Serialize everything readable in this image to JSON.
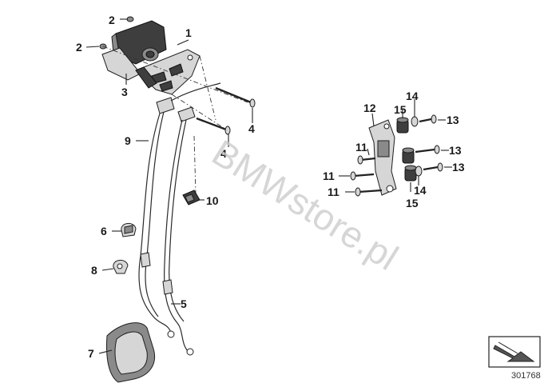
{
  "diagram": {
    "watermark": "BMWstore.pl",
    "reference_number": "301768",
    "callouts": {
      "c1": "1",
      "c2a": "2",
      "c2b": "2",
      "c3": "3",
      "c4a": "4",
      "c4b": "4",
      "c5": "5",
      "c6": "6",
      "c7": "7",
      "c8": "8",
      "c9": "9",
      "c10": "10",
      "c11a": "11",
      "c11b": "11",
      "c11c": "11",
      "c12": "12",
      "c13a": "13",
      "c13b": "13",
      "c13c": "13",
      "c14a": "14",
      "c14b": "14",
      "c15a": "15",
      "c15b": "15"
    },
    "icons": {
      "corner": "direction-arrow-icon"
    },
    "colors": {
      "line": "#222222",
      "part_fill": "#d6d6d6",
      "dark_part": "#3e3e3e",
      "watermark": "#c9c9c9"
    }
  }
}
